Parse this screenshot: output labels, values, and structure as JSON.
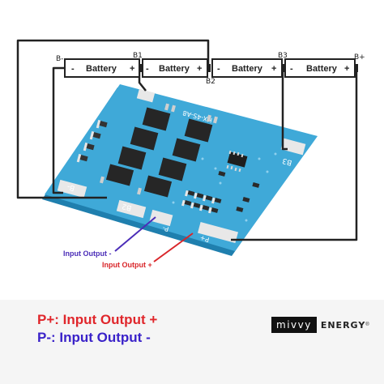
{
  "batteries": [
    {
      "label": "Battery",
      "minus": "-",
      "plus": "+"
    },
    {
      "label": "Battery",
      "minus": "-",
      "plus": "+"
    },
    {
      "label": "Battery",
      "minus": "-",
      "plus": "+"
    },
    {
      "label": "Battery",
      "minus": "-",
      "plus": "+"
    }
  ],
  "terminals": {
    "b_minus": "B-",
    "b1": "B1",
    "b2": "B2",
    "b3": "B3",
    "b_plus": "B+"
  },
  "board": {
    "model": "HX-4S-A8",
    "pad_b_minus": "B-",
    "pad_b2": "B2",
    "pad_b3": "B3",
    "pad_p_minus": "P-",
    "pad_p_plus": "P+"
  },
  "callouts": {
    "p_minus": "Input Output -",
    "p_plus": "Input Output +"
  },
  "legend": {
    "p_plus": "P+: Input Output +",
    "p_minus": "P-: Input Output -"
  },
  "brand": {
    "mark": "mivvy",
    "word": "ENERGY",
    "reg": "®"
  },
  "colors": {
    "board": "#3fa9d8",
    "board_dark": "#1f7fae",
    "wire": "#222222",
    "callout_blue": "#4b2db8",
    "callout_red": "#d9262a",
    "legend_red": "#e0262b",
    "legend_blue": "#3a22c9"
  }
}
